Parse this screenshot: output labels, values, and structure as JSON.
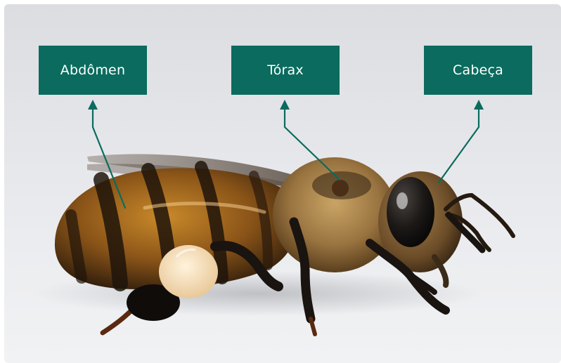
{
  "labels": {
    "abdomen": "Abdômen",
    "thorax": "Tórax",
    "head": "Cabeça"
  },
  "colors": {
    "label_bg": "#0a6b5e",
    "arrow": "#0a6b5e",
    "label_text": "#ffffff"
  }
}
